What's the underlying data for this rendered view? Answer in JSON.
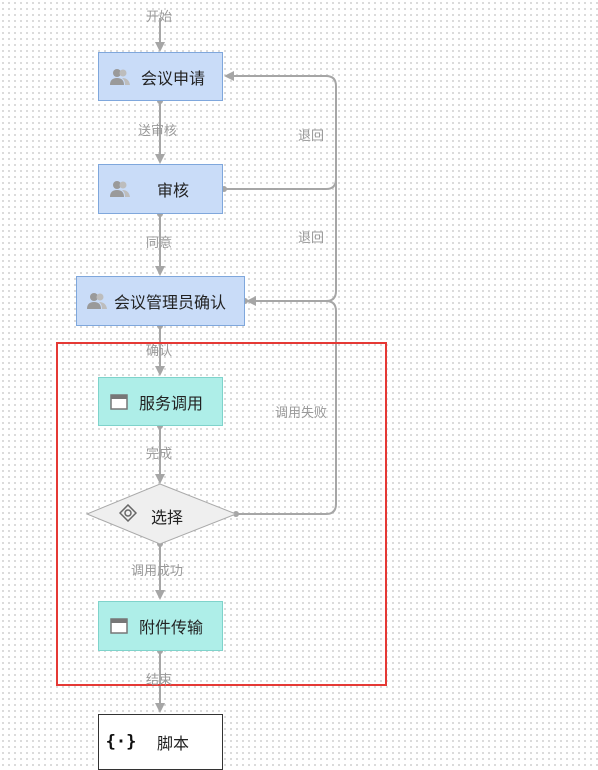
{
  "start_label": "开始",
  "nodes": {
    "apply": "会议申请",
    "review": "审核",
    "admin_confirm": "会议管理员确认",
    "service_call": "服务调用",
    "choose": "选择",
    "attach": "附件传输",
    "script": "脚本"
  },
  "edge_labels": {
    "send_review": "送审核",
    "return1": "退回",
    "agree": "同意",
    "return2": "退回",
    "confirm": "确认",
    "call_failed": "调用失败",
    "done": "完成",
    "call_success": "调用成功",
    "end": "结束"
  },
  "icons": {
    "user": "users-icon",
    "window": "window-icon",
    "gateway": "gateway-icon",
    "script": "braces-icon"
  },
  "colors": {
    "user_fill": "#c9dcf8",
    "service_fill": "#aeeee8",
    "edge": "#a6a6a6",
    "highlight": "#e53935"
  }
}
